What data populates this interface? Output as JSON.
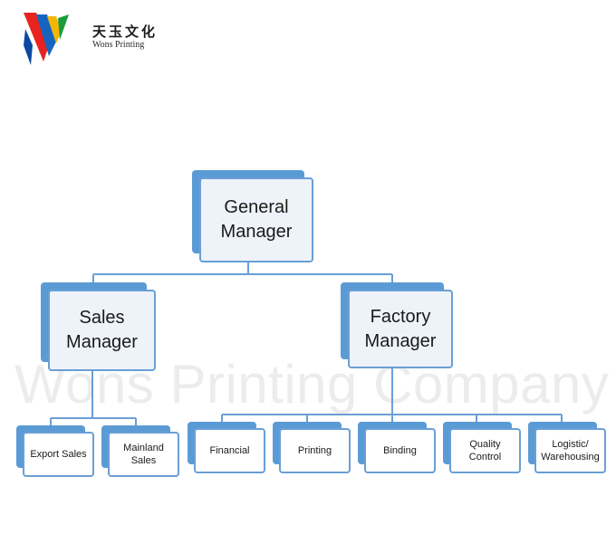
{
  "logo": {
    "name_cn": "天玉文化",
    "name_en": "Wons Printing"
  },
  "watermark": "Wons Printing Company",
  "org_chart": {
    "general_manager": "General\nManager",
    "sales_manager": "Sales\nManager",
    "factory_manager": "Factory\nManager",
    "sales_departments": [
      "Export Sales",
      "Mainland\nSales"
    ],
    "factory_departments": [
      "Financial",
      "Printing",
      "Binding",
      "Quality\nControl",
      "Logistic/\nWarehousing"
    ]
  },
  "colors": {
    "shadow": "#5b9bd5",
    "border": "#6a9fd6",
    "card_fill": "#eef3fa",
    "connector": "#6a9fd6"
  }
}
